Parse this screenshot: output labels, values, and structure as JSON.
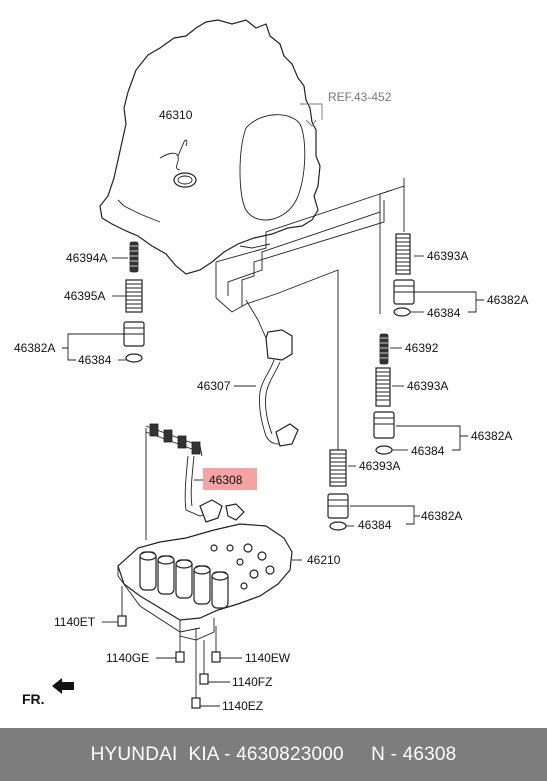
{
  "labels": {
    "ref": "REF.43-452",
    "p46310": "46310",
    "p46394A": "46394A",
    "p46395A": "46395A",
    "p46382A_left": "46382A",
    "p46384_left": "46384",
    "p46307": "46307",
    "p46308": "46308",
    "p46393A_top": "46393A",
    "p46382A_top": "46382A",
    "p46384_top": "46384",
    "p46392": "46392",
    "p46393A_mid": "46393A",
    "p46382A_mid": "46382A",
    "p46384_mid": "46384",
    "p46393A_low": "46393A",
    "p46382A_low": "46382A",
    "p46384_low": "46384",
    "p46210": "46210",
    "p1140ET": "1140ET",
    "p1140GE": "1140GE",
    "p1140EW": "1140EW",
    "p1140FZ": "1140FZ",
    "p1140EZ": "1140EZ",
    "fr": "FR."
  },
  "footer": {
    "text": "HYUNDAI  KIA - 4630823000     N - 46308"
  },
  "colors": {
    "highlight": "#f4a3a3",
    "footer_bg": "#7d7d7d",
    "ref_line": "#777777"
  }
}
